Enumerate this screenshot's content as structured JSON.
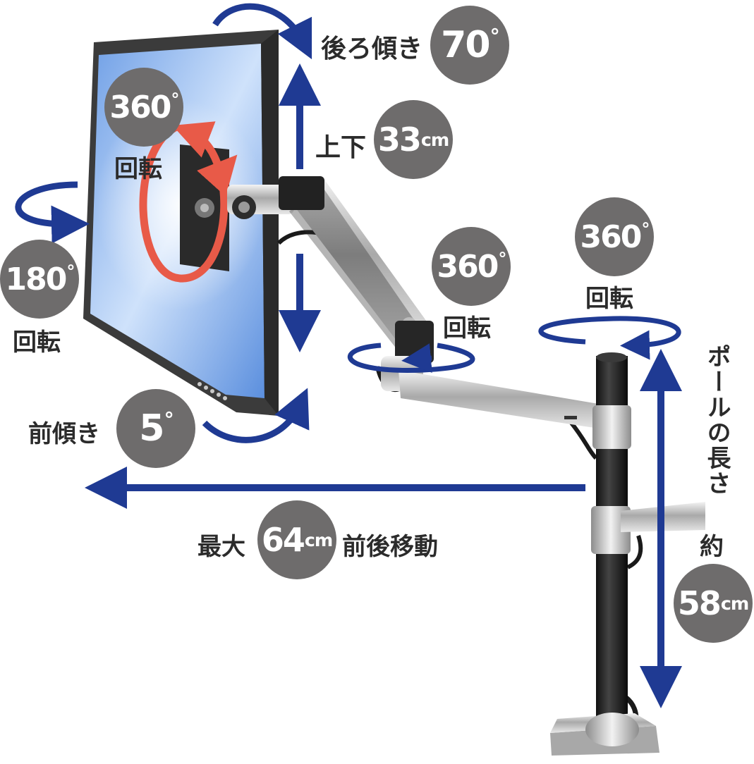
{
  "annotations": {
    "tilt_back": {
      "label": "後ろ傾き",
      "value": "70",
      "unit": "°"
    },
    "height": {
      "label": "上下",
      "value": "33",
      "unit": "cm"
    },
    "screen_rotate": {
      "value": "360",
      "unit": "°",
      "label": "回転"
    },
    "swivel_left": {
      "value": "180",
      "unit": "°",
      "label": "回転"
    },
    "arm_rotate": {
      "value": "360",
      "unit": "°",
      "label": "回転"
    },
    "pole_rotate": {
      "value": "360",
      "unit": "°",
      "label": "回転"
    },
    "tilt_forward": {
      "label": "前傾き",
      "value": "5",
      "unit": "°"
    },
    "reach": {
      "prefix": "最大",
      "value": "64",
      "unit": "cm",
      "suffix": "前後移動"
    },
    "pole_length": {
      "label_vertical": "ポールの長さ",
      "label_about": "約",
      "value": "58",
      "unit": "cm"
    }
  },
  "colors": {
    "arrow_blue": "#1f3a93",
    "rotate_red": "#e85a48",
    "badge_gray": "#6e6c6c",
    "text_dark": "#2b2b2b"
  }
}
